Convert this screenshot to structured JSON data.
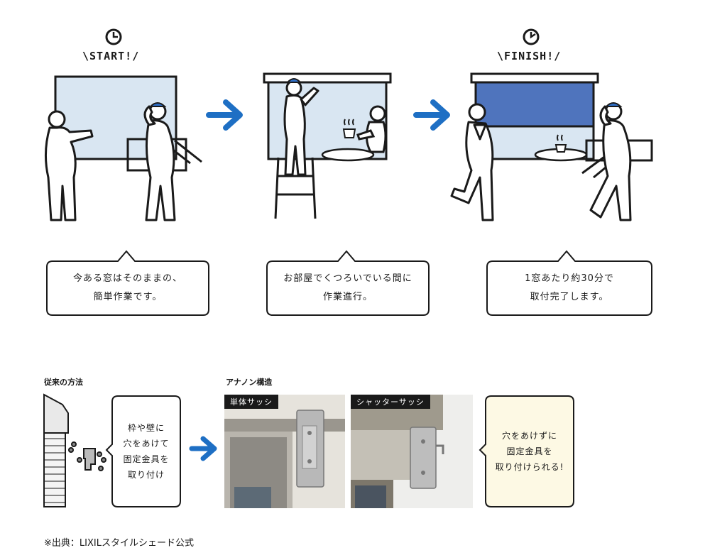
{
  "steps": {
    "start_tag": "\\START!/",
    "finish_tag": "\\FINISH!/",
    "bubbles": [
      {
        "line1": "今ある窓はそのままの、",
        "line2": "簡単作業です。"
      },
      {
        "line1": "お部屋でくつろいでいる間に",
        "line2": "作業進行。"
      },
      {
        "line1": "1窓あたり約30分で",
        "line2": "取付完了します。"
      }
    ]
  },
  "comparison": {
    "conventional_label": "従来の方法",
    "conventional_text": [
      "枠や壁に",
      "穴をあけて",
      "固定金具を",
      "取り付け"
    ],
    "ananon_label": "アナノン構造",
    "photo1_label": "単体サッシ",
    "photo2_label": "シャッターサッシ",
    "ananon_text": [
      "穴をあけずに",
      "固定金具を",
      "取り付けられる!"
    ]
  },
  "source": "※出典：LIXILスタイルシェード公式",
  "colors": {
    "arrow": "#1e6fc4",
    "window": "#d9e6f2",
    "shade": "#4f74bd",
    "cap": "#2e6fc9",
    "note": "#fdf9e4"
  }
}
